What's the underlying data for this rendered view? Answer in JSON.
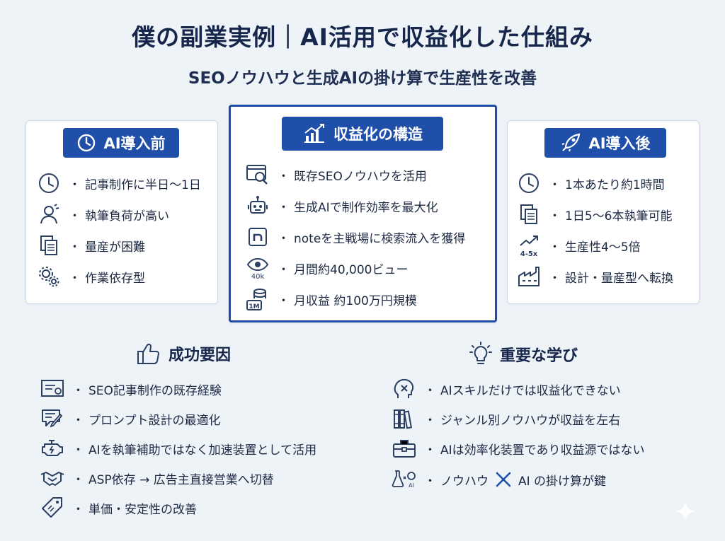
{
  "header": {
    "title": "僕の副業実例｜AI活用で収益化した仕組み",
    "subtitle": "SEOノウハウと生成AIの掛け算で生産性を改善"
  },
  "before": {
    "title": "AI導入前",
    "items": [
      "記事制作に半日〜1日",
      "執筆負荷が高い",
      "量産が困難",
      "作業依存型"
    ]
  },
  "structure": {
    "title": "収益化の構造",
    "items": [
      "既存SEOノウハウを活用",
      "生成AIで制作効率を最大化",
      "noteを主戦場に検索流入を獲得",
      "月間約40,000ビュー",
      "月収益 約100万円規模"
    ],
    "icon_labels": {
      "views": "40k",
      "revenue": "1M"
    }
  },
  "after": {
    "title": "AI導入後",
    "items": [
      "1本あたり約1時間",
      "1日5〜6本執筆可能",
      "生産性4〜5倍",
      "設計・量産型へ転換"
    ],
    "icon_labels": {
      "growth": "4-5x"
    }
  },
  "success": {
    "title": "成功要因",
    "items": [
      "SEO記事制作の既存経験",
      "プロンプト設計の最適化",
      "AIを執筆補助ではなく加速装置として活用",
      "ASP依存 → 広告主直接営業へ切替",
      "単価・安定性の改善"
    ]
  },
  "learnings": {
    "title": "重要な学び",
    "items": [
      "AIスキルだけでは収益化できない",
      "ジャンル別ノウハウが収益を左右",
      "AIは効率化装置であり収益源ではない"
    ],
    "last": {
      "left": "ノウハウ",
      "right": "AI の掛け算が鍵"
    },
    "icon_labels": {
      "ai": "AI"
    }
  },
  "bullet": "・",
  "colors": {
    "accent": "#1f4fa8",
    "text": "#1d2a44",
    "background": "#eef3f8"
  }
}
